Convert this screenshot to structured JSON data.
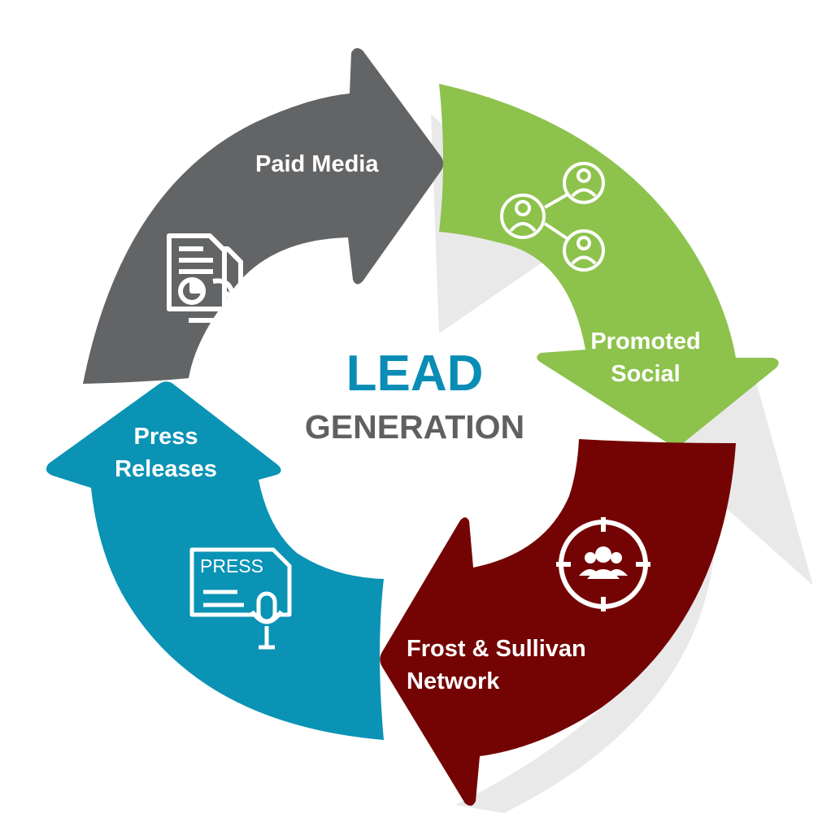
{
  "colors": {
    "gray": "#636466",
    "green": "#8dc24c",
    "maroon": "#740403",
    "teal": "#0a93b5",
    "lead_blue": "#0a8db5",
    "generation_gray": "#5e6062",
    "shadow": "#e9e9ea"
  },
  "center": {
    "title": "LEAD",
    "subtitle": "GENERATION"
  },
  "segments": [
    {
      "id": "paid-media",
      "label_lines": [
        "Paid Media"
      ],
      "icon": "document-chart-icon",
      "color": "#636466"
    },
    {
      "id": "promoted-social",
      "label_lines": [
        "Promoted",
        "Social"
      ],
      "icon": "social-network-icon",
      "color": "#8dc24c"
    },
    {
      "id": "frost-sullivan-network",
      "label_lines": [
        "Frost & Sullivan",
        "Network"
      ],
      "icon": "target-group-icon",
      "color": "#740403"
    },
    {
      "id": "press-releases",
      "label_lines": [
        "Press",
        "Releases"
      ],
      "icon": "press-release-icon",
      "color": "#0a93b5"
    }
  ],
  "icons": {
    "press_text": "PRESS"
  }
}
